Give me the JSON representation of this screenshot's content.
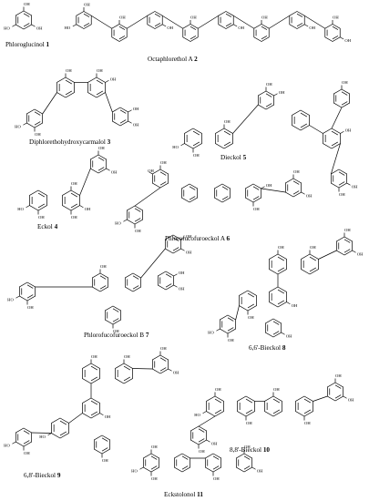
{
  "compounds": [
    {
      "id": "c1",
      "name": "Phloroglucinol",
      "num": "1"
    },
    {
      "id": "c2",
      "name": "Octaphlorethol A",
      "num": "2"
    },
    {
      "id": "c3",
      "name": "Diphlorethohydroxycarmalol",
      "num": "3"
    },
    {
      "id": "c5",
      "name": "Dieckol",
      "num": "5"
    },
    {
      "id": "c4",
      "name": "Eckol",
      "num": "4"
    },
    {
      "id": "c6",
      "name": "Phlorofucofuroeckol A",
      "num": "6"
    },
    {
      "id": "c7",
      "name": "Phlorofucofuroeckol B",
      "num": "7"
    },
    {
      "id": "c8",
      "name": "6,6'-Bieckol",
      "num": "8"
    },
    {
      "id": "c9",
      "name": "6,8'-Bieckol",
      "num": "9"
    },
    {
      "id": "c10",
      "name": "8,8'-Bieckol",
      "num": "10"
    },
    {
      "id": "c11",
      "name": "Eckstolonol",
      "num": "11"
    }
  ],
  "atom_labels": {
    "hydroxyl": "OH",
    "hydroxyl_left": "HO",
    "oxygen": "O"
  }
}
